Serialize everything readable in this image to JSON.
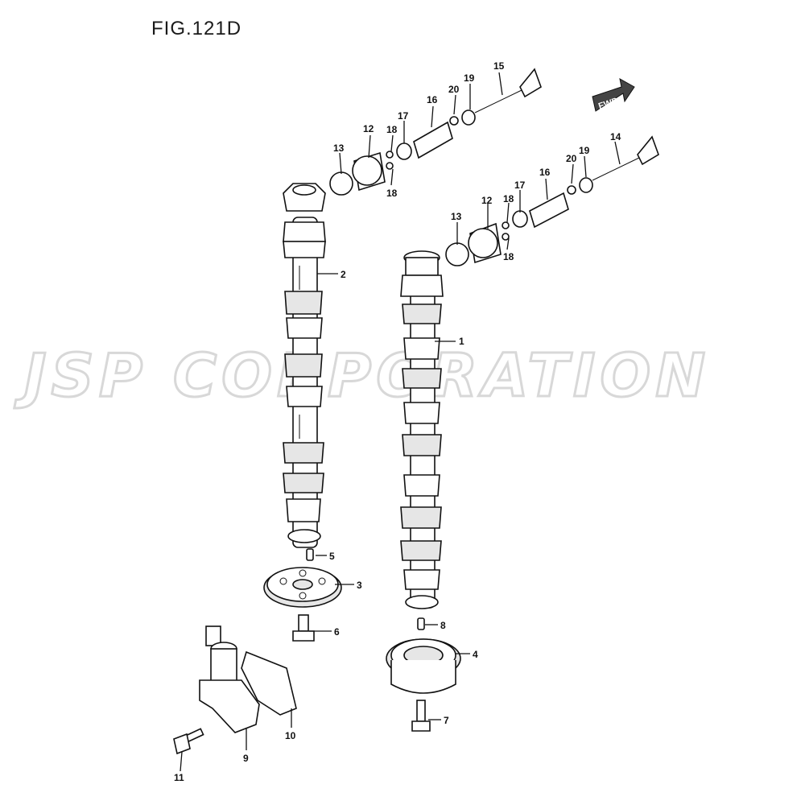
{
  "figure": {
    "title": "FIG.121D"
  },
  "watermark": {
    "text": "JSP CORPORATION"
  },
  "fwd_arrow": {
    "text": "FWD"
  },
  "callouts": [
    {
      "id": "c1",
      "label": "1"
    },
    {
      "id": "c2",
      "label": "2"
    },
    {
      "id": "c3",
      "label": "3"
    },
    {
      "id": "c4",
      "label": "4"
    },
    {
      "id": "c5",
      "label": "5"
    },
    {
      "id": "c6",
      "label": "6"
    },
    {
      "id": "c7",
      "label": "7"
    },
    {
      "id": "c8",
      "label": "8"
    },
    {
      "id": "c9",
      "label": "9"
    },
    {
      "id": "c10",
      "label": "10"
    },
    {
      "id": "c11",
      "label": "11"
    },
    {
      "id": "c12a",
      "label": "12"
    },
    {
      "id": "c12b",
      "label": "12"
    },
    {
      "id": "c13a",
      "label": "13"
    },
    {
      "id": "c13b",
      "label": "13"
    },
    {
      "id": "c14",
      "label": "14"
    },
    {
      "id": "c15",
      "label": "15"
    },
    {
      "id": "c16a",
      "label": "16"
    },
    {
      "id": "c16b",
      "label": "16"
    },
    {
      "id": "c17a",
      "label": "17"
    },
    {
      "id": "c17b",
      "label": "17"
    },
    {
      "id": "c18a",
      "label": "18"
    },
    {
      "id": "c18b",
      "label": "18"
    },
    {
      "id": "c18c",
      "label": "18"
    },
    {
      "id": "c18d",
      "label": "18"
    },
    {
      "id": "c19a",
      "label": "19"
    },
    {
      "id": "c19b",
      "label": "19"
    },
    {
      "id": "c20a",
      "label": "20"
    },
    {
      "id": "c20b",
      "label": "20"
    }
  ]
}
